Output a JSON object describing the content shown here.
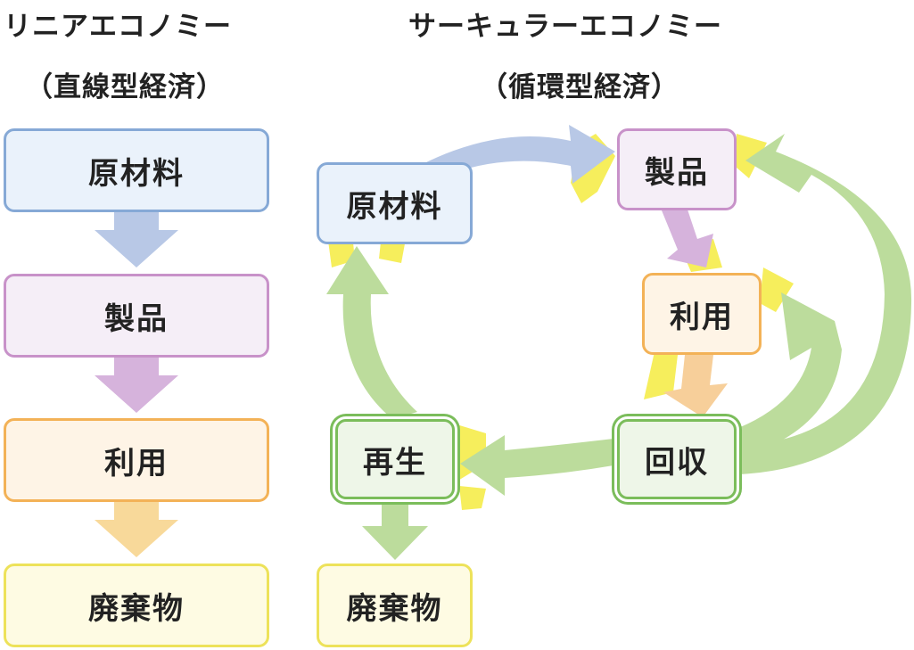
{
  "linear": {
    "title": "リニアエコノミー",
    "subtitle": "（直線型経済）",
    "steps": [
      "原材料",
      "製品",
      "利用",
      "廃棄物"
    ]
  },
  "circular": {
    "title": "サーキュラーエコノミー",
    "subtitle": "（循環型経済）",
    "nodes": {
      "raw": "原材料",
      "product": "製品",
      "use": "利用",
      "collect": "回収",
      "regen": "再生",
      "waste": "廃棄物"
    }
  },
  "colors": {
    "blue": "#86a9d6",
    "purple": "#c892c9",
    "orange": "#f3b257",
    "yellow": "#ede25a",
    "green": "#7bbd5b",
    "arrow_blue": "#b8c8e6",
    "arrow_purple": "#d6b3dc",
    "arrow_orange": "#f7cf9a",
    "arrow_yellow": "#f8d99a",
    "arrow_green": "#bcdc9c",
    "highlight": "#f6ee5c"
  }
}
